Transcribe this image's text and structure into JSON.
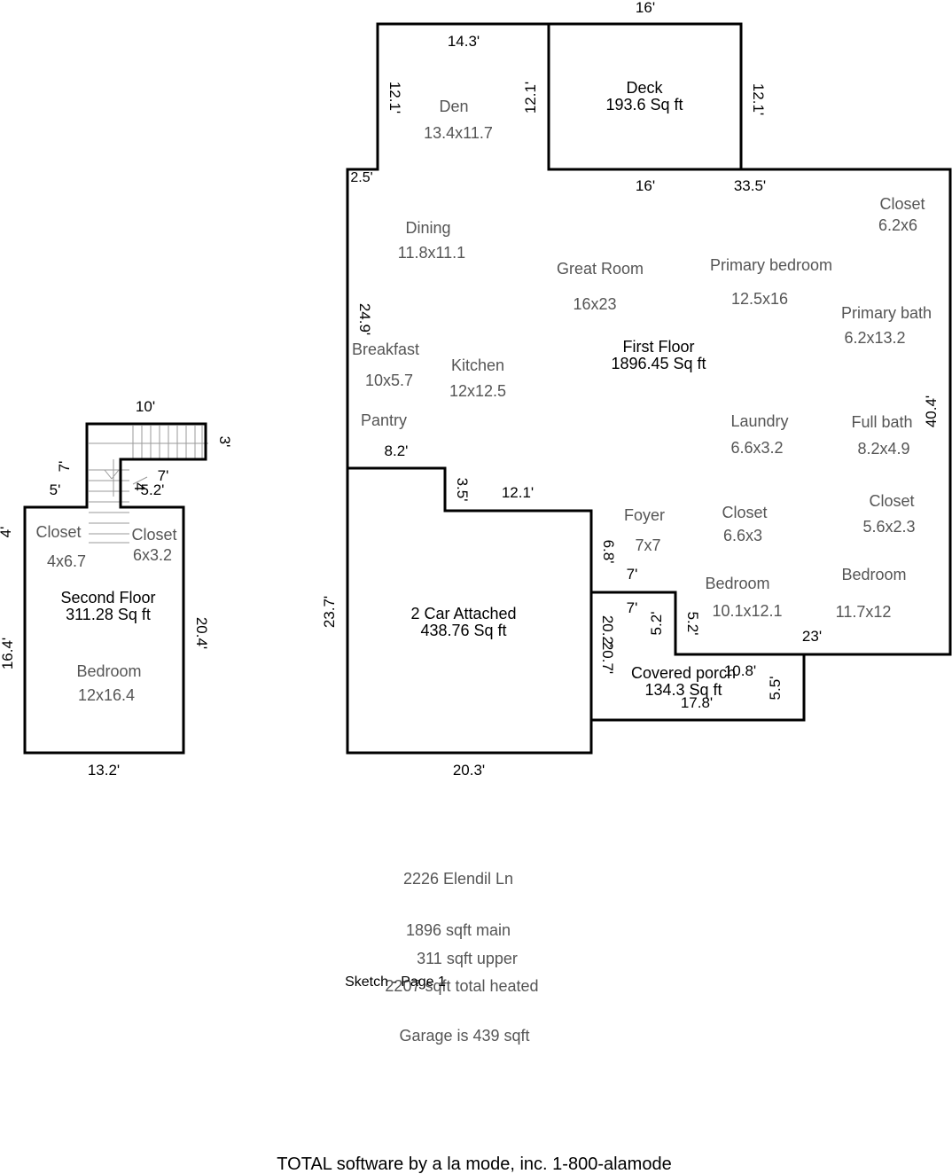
{
  "second_floor": {
    "area": {
      "name": "Second Floor",
      "sqft": "311.28 Sq ft"
    },
    "rooms": [
      {
        "name": "Closet",
        "size": "4x6.7"
      },
      {
        "name": "Closet",
        "size": "6x3.2"
      },
      {
        "name": "Bedroom",
        "size": "12x16.4"
      }
    ],
    "dims": [
      "10'",
      "3'",
      "7'",
      "7'",
      "5'",
      "4",
      "5.2'",
      "4'",
      "16.4'",
      "20.4'",
      "13.2'"
    ]
  },
  "first_floor": {
    "area": {
      "name": "First Floor",
      "sqft": "1896.45 Sq ft"
    },
    "rooms": [
      {
        "name": "Den",
        "size": "13.4x11.7"
      },
      {
        "name": "Dining",
        "size": "11.8x11.1"
      },
      {
        "name": "Great Room",
        "size": "16x23"
      },
      {
        "name": "Primary bedroom",
        "size": "12.5x16"
      },
      {
        "name": "Closet",
        "size": "6.2x6"
      },
      {
        "name": "Primary bath",
        "size": "6.2x13.2"
      },
      {
        "name": "Breakfast",
        "size": "10x5.7"
      },
      {
        "name": "Kitchen",
        "size": "12x12.5"
      },
      {
        "name": "Pantry",
        "size": ""
      },
      {
        "name": "Laundry",
        "size": "6.6x3.2"
      },
      {
        "name": "Full bath",
        "size": "8.2x4.9"
      },
      {
        "name": "Foyer",
        "size": "7x7"
      },
      {
        "name": "Closet",
        "size": "6.6x3"
      },
      {
        "name": "Closet",
        "size": "5.6x2.3"
      },
      {
        "name": "Bedroom",
        "size": "10.1x12.1"
      },
      {
        "name": "Bedroom",
        "size": "11.7x12"
      }
    ],
    "dims": [
      "16'",
      "14.3'",
      "12.1'",
      "12.1'",
      "12.1'",
      "2.5'",
      "16'",
      "33.5'",
      "24.9'",
      "40.4'",
      "8.2'",
      "3.5'",
      "12.1'",
      "6.8'",
      "7'",
      "7'",
      "5.2'",
      "5.2'",
      "23'",
      "20.2'",
      "20.7'",
      "23.7'",
      "20.3'"
    ]
  },
  "deck": {
    "name": "Deck",
    "sqft": "193.6 Sq ft"
  },
  "garage": {
    "name": "2 Car Attached",
    "sqft": "438.76 Sq ft"
  },
  "porch": {
    "name": "Covered porch",
    "sqft": "134.3 Sq ft",
    "dims": [
      "10.8'",
      "17.8'",
      "5.5'"
    ]
  },
  "notes": {
    "address": "2226 Elendil Ln",
    "main": "1896 sqft main",
    "upper": "311 sqft upper",
    "total": "2207 sqft total heated",
    "garage": "Garage is 439 sqft",
    "sketch_label": "Sketch - Page 1"
  },
  "footer": "TOTAL software by a la mode, inc. 1-800-alamode"
}
